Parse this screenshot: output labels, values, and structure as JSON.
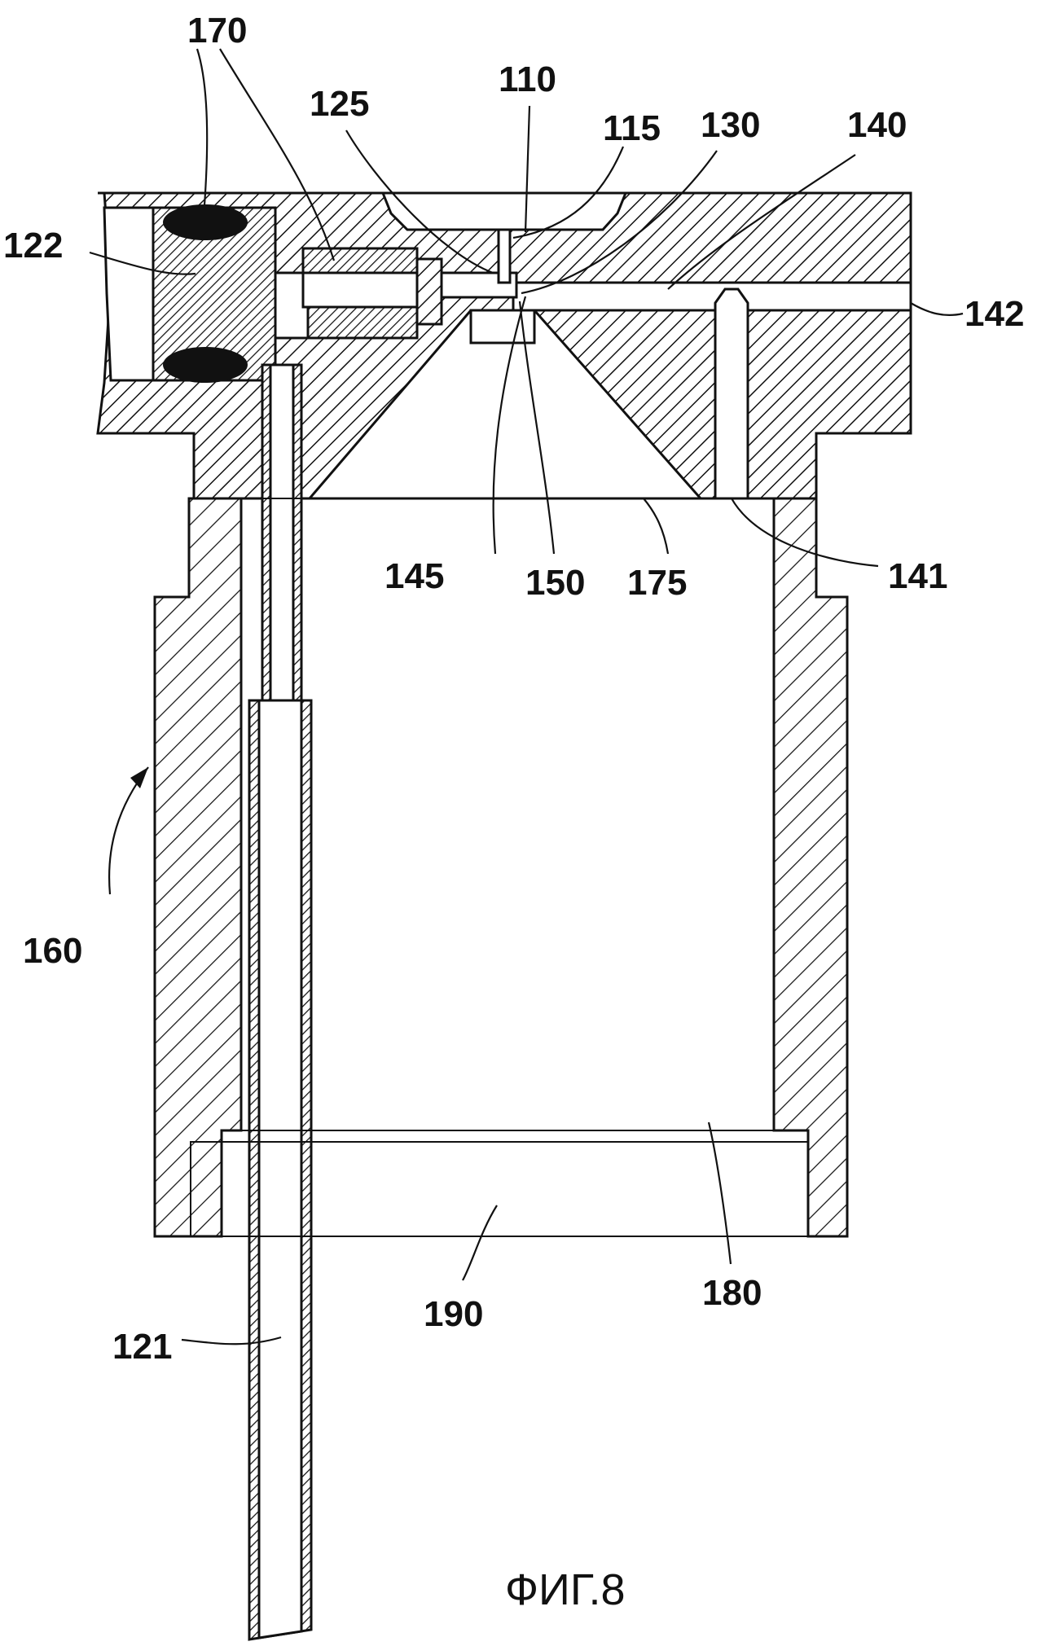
{
  "figure": {
    "caption": "ФИГ.8",
    "reference_numerals": {
      "r110": "110",
      "r115": "115",
      "r121": "121",
      "r122": "122",
      "r125": "125",
      "r130": "130",
      "r140": "140",
      "r141": "141",
      "r142": "142",
      "r145": "145",
      "r150": "150",
      "r160": "160",
      "r170": "170",
      "r175": "175",
      "r180": "180",
      "r190": "190"
    }
  }
}
